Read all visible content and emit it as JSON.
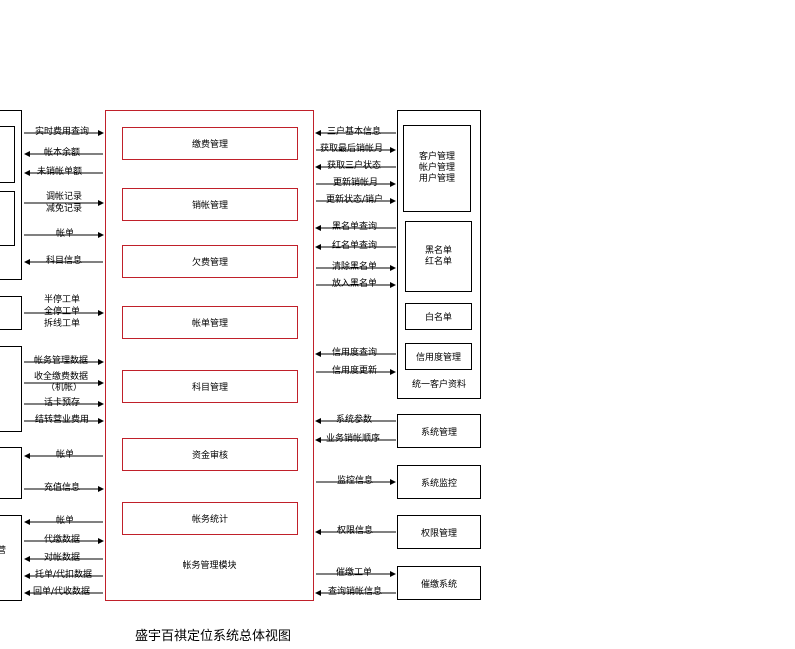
{
  "diagram": {
    "caption": "盛宇百祺定位系统总体视图",
    "main_module": {
      "title": "帐务管理模块",
      "functions": [
        "缴费管理",
        "销帐管理",
        "欠费管理",
        "帐单管理",
        "科目管理",
        "资金审核",
        "帐务统计"
      ]
    },
    "customer_data": {
      "title": "统一客户资料",
      "boxes": {
        "cust_mgmt": [
          "客户管理",
          "帐户管理",
          "用户管理"
        ],
        "lists": [
          "黑名单",
          "红名单"
        ],
        "white": "白名单",
        "credit": "信用度管理"
      }
    },
    "right_systems": {
      "sys_mgmt": "系统管理",
      "sys_monitor": "系统监控",
      "perm_mgmt": "权限管理",
      "collect_sys": "催缴系统"
    },
    "left_partial": {
      "e1_l1": "营",
      "e1_l2": "）"
    },
    "flows_left": {
      "realtime_fee": "实时费用查询",
      "balance": "帐本余额",
      "unpaid_bills": "未销帐单额",
      "adjust_l1": "调帐记录",
      "adjust_l2": "减免记录",
      "bill_a": "帐单",
      "subject_info": "科目信息",
      "half_stop": "半停工单",
      "full_stop": "全停工单",
      "remove": "拆线工单",
      "acct_data": "帐务管理数据",
      "pay_data_l1": "收全缴费数据",
      "pay_data_l2": "（机帐）",
      "card_prepay": "话卡预存",
      "settle_fee": "结转营业费用",
      "bill_b": "帐单",
      "recharge": "充值信息",
      "bill_c": "帐单",
      "proxy_pay": "代缴数据",
      "reconcile": "对帐数据",
      "collect_data": "托单/代扣数据",
      "return_data": "回单/代收数据"
    },
    "flows_right": {
      "three_basic": "三户基本信息",
      "last_month": "获取最后销帐月",
      "three_status": "获取三户状态",
      "update_month": "更新销帐月",
      "update_status": "更新状态/销户",
      "black_query": "黑名单查询",
      "red_query": "红名单查询",
      "clear_black": "清除黑名单",
      "add_black": "放入黑名单",
      "credit_query": "信用度查询",
      "credit_update": "信用度更新",
      "sys_params": "系统参数",
      "biz_order": "业务销帐顺序",
      "monitor_info": "监控信息",
      "perm_info": "权限信息",
      "collect_order": "催缴工单",
      "query_month": "查询销帐信息"
    }
  }
}
